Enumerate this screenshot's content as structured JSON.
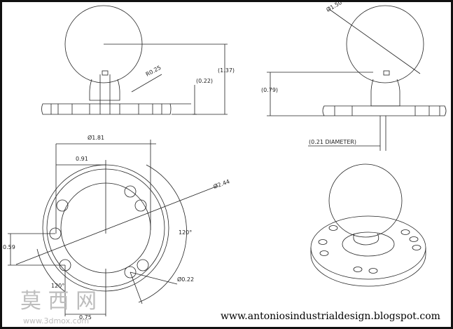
{
  "dimensions": {
    "r025": "R0.25",
    "d022_top": "(0.22)",
    "d137": "(1.37)",
    "dia150": "Ø1.50",
    "d079": "(0.79)",
    "d021": "(0.21 DIAMETER)",
    "dia181": "Ø1.81",
    "d091": "0.91",
    "dia244": "Ø2.44",
    "ang120_right": "120°",
    "ang120_left": "120°",
    "d059": "0.59",
    "dia022_bottom": "Ø0.22",
    "d075": "0.75"
  },
  "footer": {
    "website": "www.antoniosindustrialdesign.blogspot.com"
  },
  "watermark": {
    "chars": "莫 西 网",
    "url": "www.3dmox.com"
  }
}
